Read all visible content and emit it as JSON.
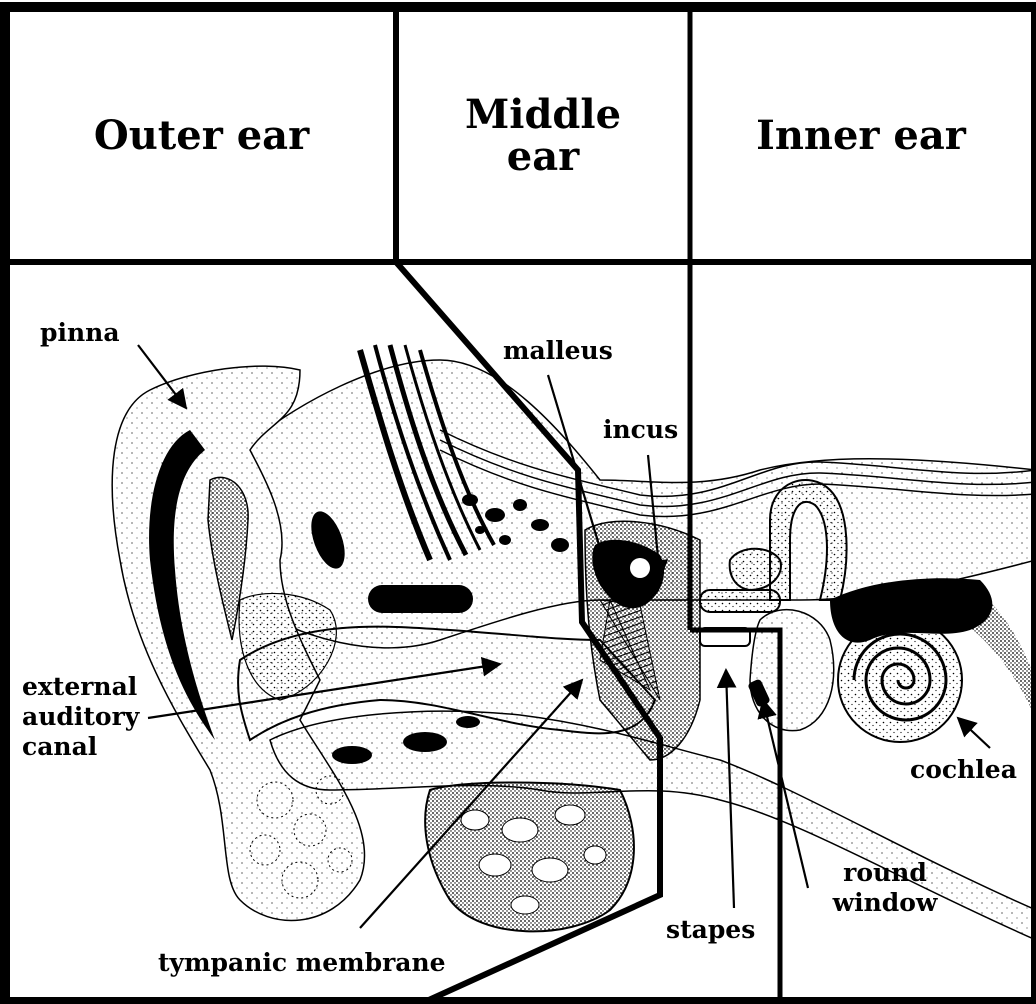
{
  "headers": {
    "outer": "Outer ear",
    "middle_line1": "Middle",
    "middle_line2": "ear",
    "inner": "Inner ear"
  },
  "labels": {
    "pinna": "pinna",
    "malleus": "malleus",
    "incus": "incus",
    "ext_line1": "external",
    "ext_line2": "auditory",
    "ext_line3": "canal",
    "cochlea": "cochlea",
    "round_line1": "round",
    "round_line2": "window",
    "stapes": "stapes",
    "tympanic": "tympanic membrane"
  }
}
